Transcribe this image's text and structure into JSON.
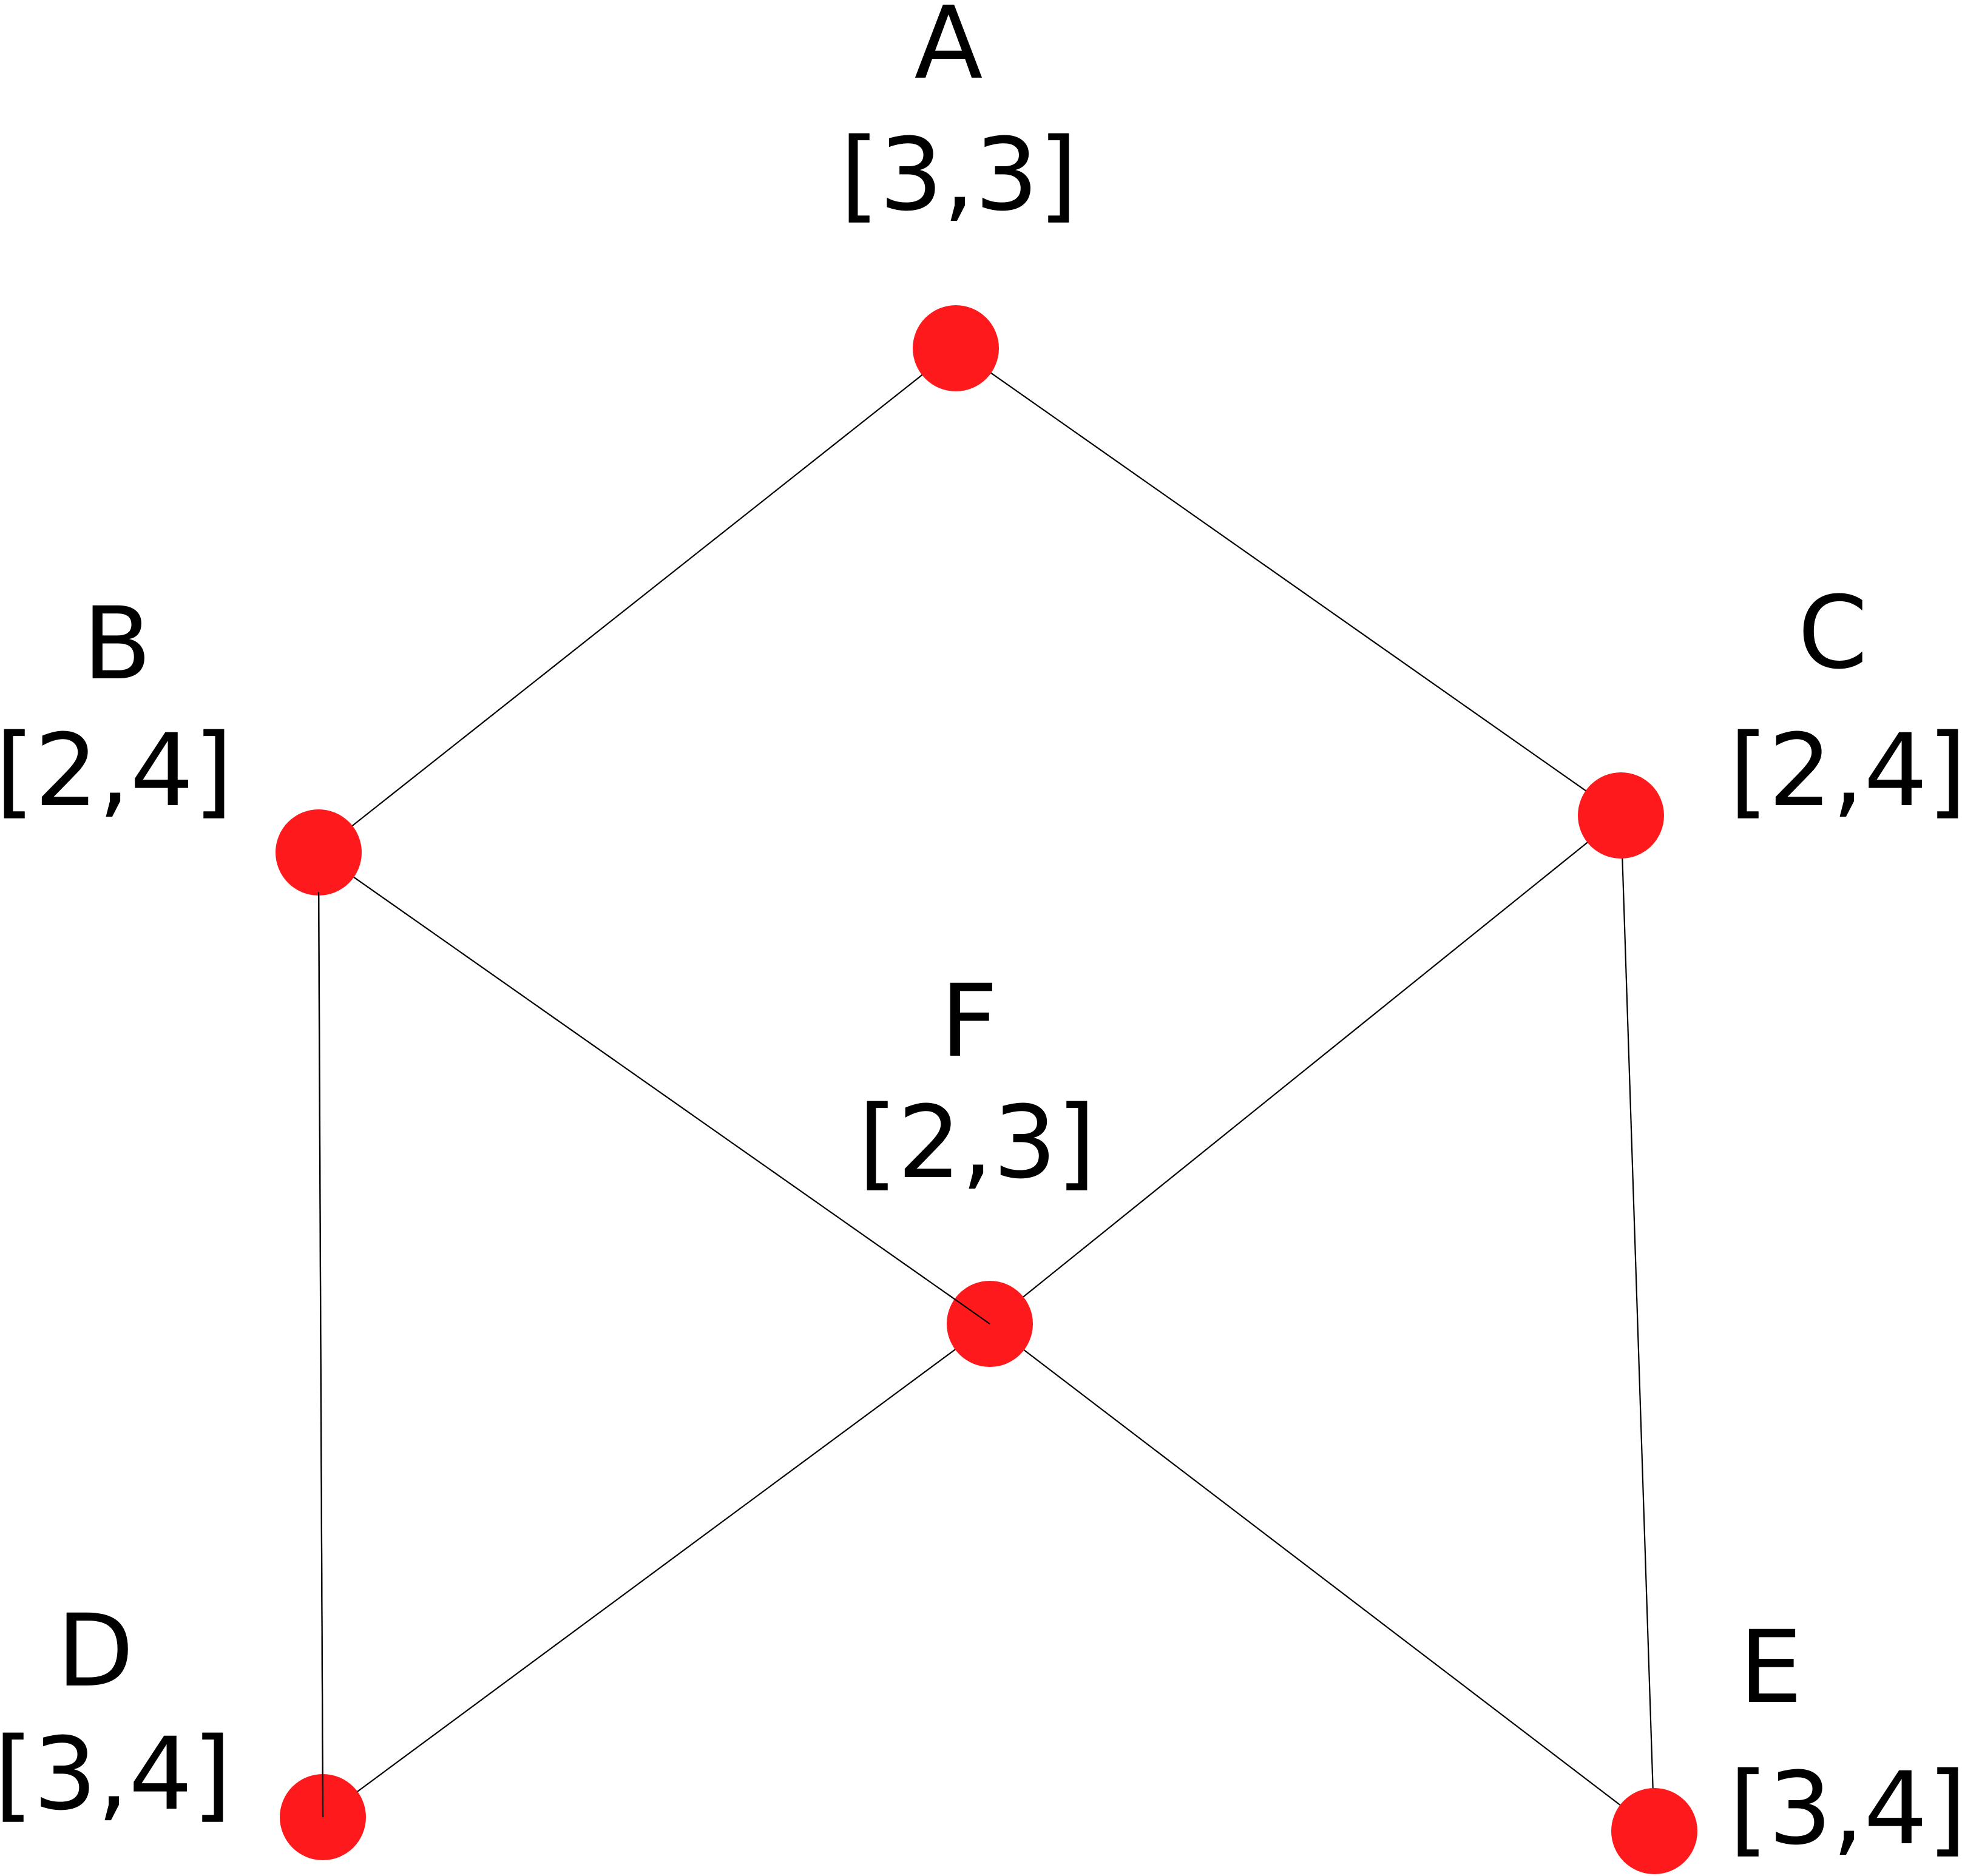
{
  "graph": {
    "node_color": "#fe1a1c",
    "edge_color": "#000000",
    "nodes": [
      {
        "id": "A",
        "name": "A",
        "value": "[3,3]"
      },
      {
        "id": "B",
        "name": "B",
        "value": "[2,4]"
      },
      {
        "id": "C",
        "name": "C",
        "value": "[2,4]"
      },
      {
        "id": "D",
        "name": "D",
        "value": "[3,4]"
      },
      {
        "id": "E",
        "name": "E",
        "value": "[3,4]"
      },
      {
        "id": "F",
        "name": "F",
        "value": "[2,3]"
      }
    ],
    "edges": [
      {
        "from": "A",
        "to": "B"
      },
      {
        "from": "A",
        "to": "C"
      },
      {
        "from": "B",
        "to": "D"
      },
      {
        "from": "B",
        "to": "F"
      },
      {
        "from": "C",
        "to": "F"
      },
      {
        "from": "C",
        "to": "E"
      },
      {
        "from": "F",
        "to": "D"
      },
      {
        "from": "F",
        "to": "E"
      }
    ]
  }
}
